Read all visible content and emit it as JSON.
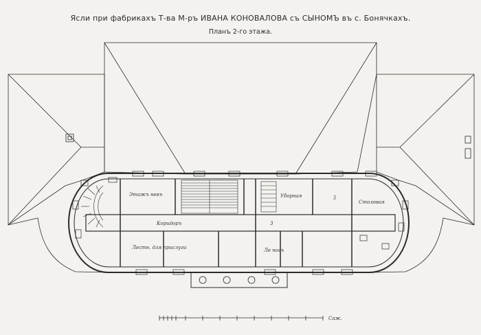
{
  "header": {
    "title": "Ясли при фабрикахъ Т-ва М-ръ ИВАНА КОНОВАЛОВА съ СЫНОМЪ въ с. Бонячкахъ.",
    "subtitle": "Планъ 2-го этажа."
  },
  "rooms": {
    "room_a": "Этажъ невъ",
    "room_b": "Коридоръ",
    "room_c": "Уборная",
    "room_d": "5",
    "room_e": "Столовая",
    "room_f": "Лестн. для прислуги",
    "room_g": "Ле ногъ",
    "room_h": "3"
  },
  "scale": {
    "label": "Саж."
  },
  "colors": {
    "paper": "#f3f2ee",
    "ink": "#2a2a2a"
  }
}
